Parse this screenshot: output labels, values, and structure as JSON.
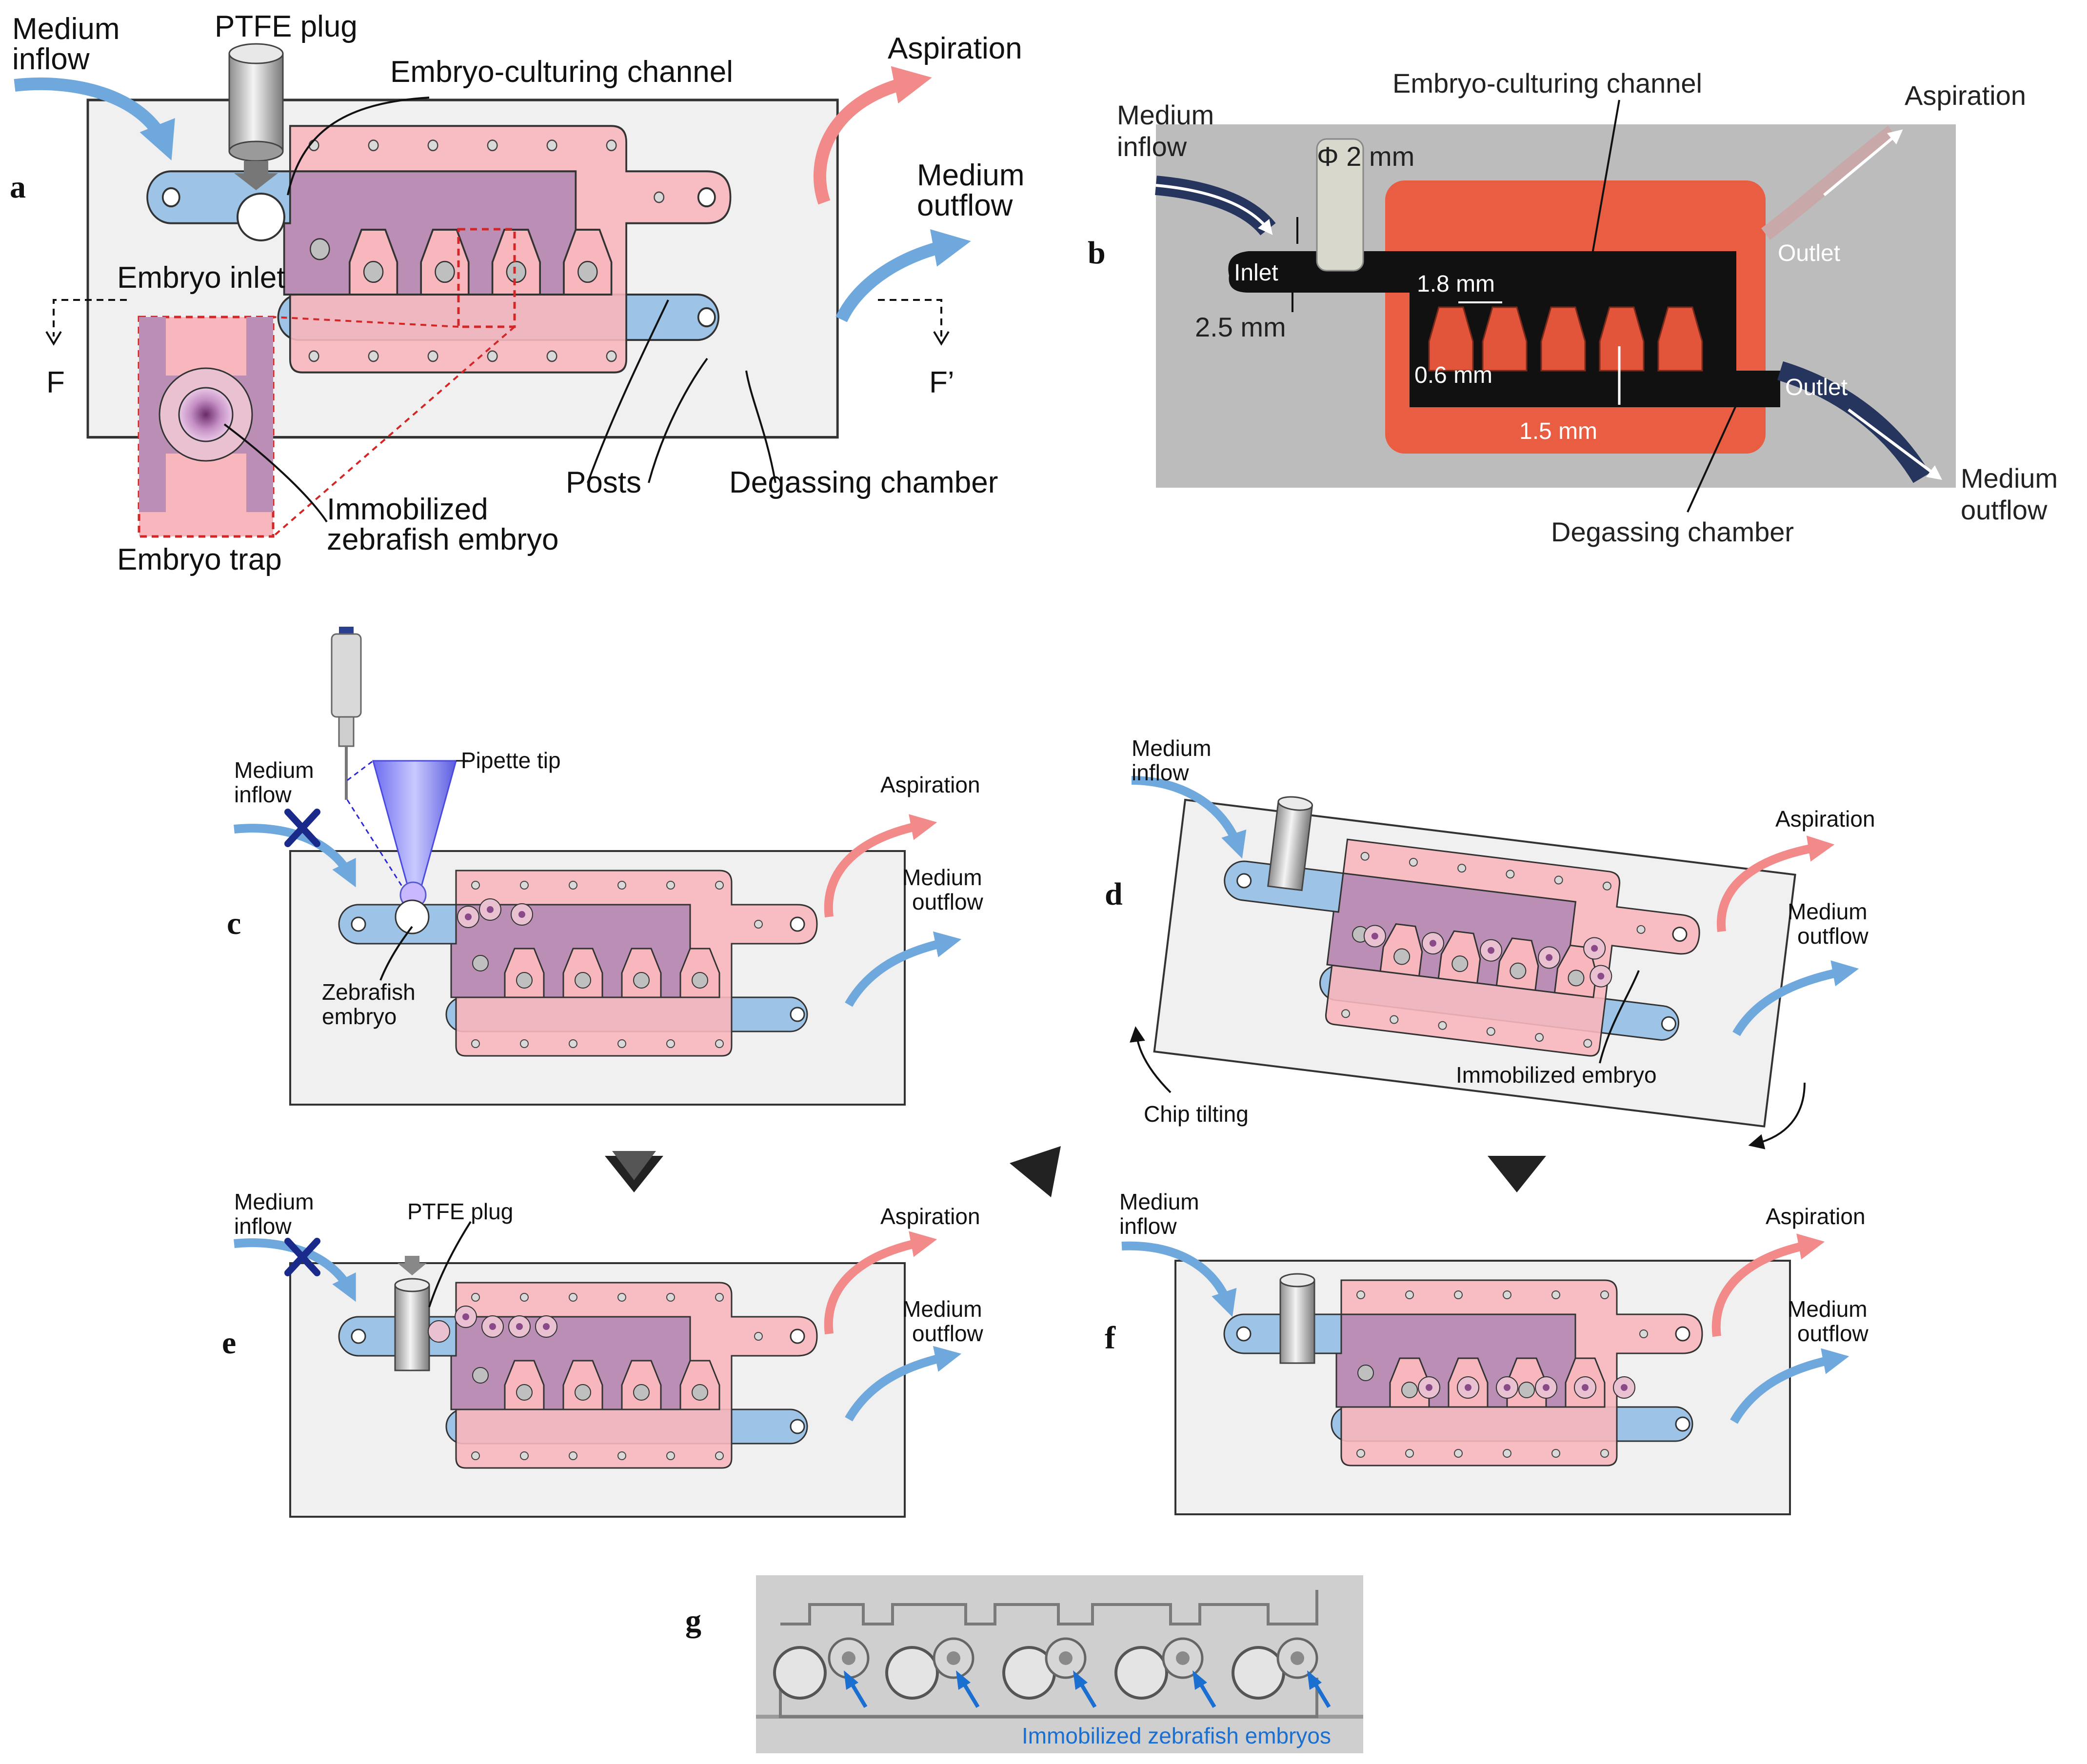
{
  "colors": {
    "chip_bg": "#f0f0f0",
    "inlet_blue": "#9dc3e6",
    "channel_pink": "#f8b7bd",
    "overlap_purple": "#bb8fb5",
    "flow_blue": "#6fa8dc",
    "flow_pink": "#f28a8a",
    "trap_border": "#d42626",
    "photo_bg": "#b5b5b5",
    "photo_red": "#e2553b",
    "caption_blue": "#1a6fd1"
  },
  "panels": {
    "a": {
      "letter": "a",
      "medium_inflow": [
        "Medium",
        "inflow"
      ],
      "ptfe_plug": "PTFE plug",
      "embryo_channel": "Embryo-culturing channel",
      "aspiration": "Aspiration",
      "medium_outflow": [
        "Medium",
        "outflow"
      ],
      "embryo_inlet": "Embryo inlet",
      "section_left": "F",
      "section_right": "F’",
      "posts": "Posts",
      "degassing": "Degassing chamber",
      "immobilized": [
        "Immobilized",
        "zebrafish embryo"
      ],
      "embryo_trap": "Embryo trap"
    },
    "b": {
      "letter": "b",
      "embryo_channel": "Embryo-culturing channel",
      "aspiration": "Aspiration",
      "medium_inflow": [
        "Medium",
        "inflow"
      ],
      "diameter": "Φ 2 mm",
      "inlet": "Inlet",
      "outlet_top": "Outlet",
      "outlet_bottom": "Outlet",
      "dim_18": "1.8 mm",
      "dim_25": "2.5 mm",
      "dim_06": "0.6 mm",
      "dim_15": "1.5 mm",
      "medium_outflow": [
        "Medium",
        "outflow"
      ],
      "degassing": "Degassing chamber"
    },
    "c": {
      "letter": "c",
      "pipette_tip": "Pipette tip",
      "medium_inflow": [
        "Medium",
        "inflow"
      ],
      "aspiration": "Aspiration",
      "medium_outflow": [
        "Medium",
        "outflow"
      ],
      "zebrafish": [
        "Zebrafish",
        "embryo"
      ]
    },
    "d": {
      "letter": "d",
      "medium_inflow": [
        "Medium",
        "inflow"
      ],
      "aspiration": "Aspiration",
      "medium_outflow": [
        "Medium",
        "outflow"
      ],
      "immobilized": "Immobilized embryo",
      "tilting": "Chip tilting"
    },
    "e": {
      "letter": "e",
      "medium_inflow": [
        "Medium",
        "inflow"
      ],
      "ptfe_plug": "PTFE plug",
      "aspiration": "Aspiration",
      "medium_outflow": [
        "Medium",
        "outflow"
      ]
    },
    "f": {
      "letter": "f",
      "medium_inflow": [
        "Medium",
        "inflow"
      ],
      "aspiration": "Aspiration",
      "medium_outflow": [
        "Medium",
        "outflow"
      ]
    },
    "g": {
      "letter": "g",
      "caption": "Immobilized zebrafish embryos"
    }
  }
}
